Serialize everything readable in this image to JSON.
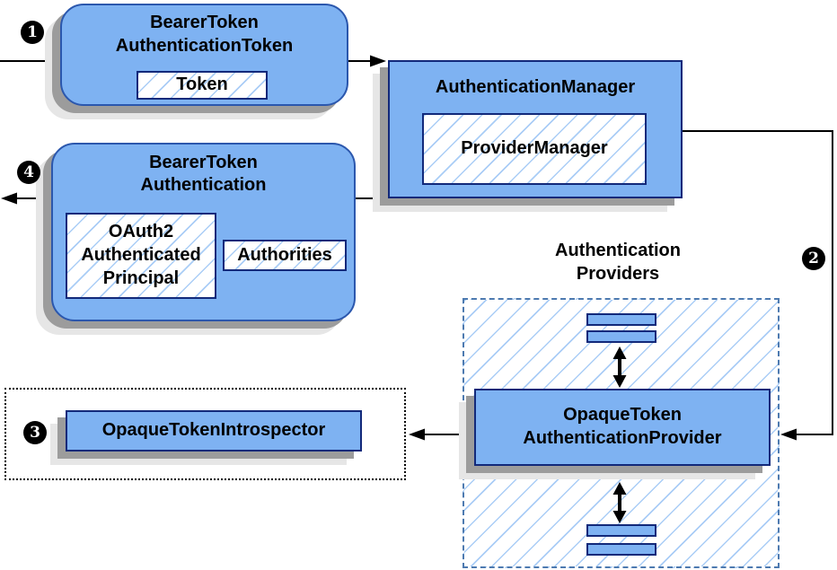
{
  "colors": {
    "node_fill": "#7eb2f2",
    "node_border": "#12297a",
    "rounded_node_border": "#2b57ad",
    "hatch_line": "#aacdf6",
    "dashed_container_border": "#4d7ab0",
    "shadow_dark": "#9c9c9c",
    "shadow_light": "#e6e6e6",
    "connector": "#000000"
  },
  "steps": [
    "1",
    "2",
    "3",
    "4"
  ],
  "nodes": {
    "bearer_token_authentication_token": {
      "title": [
        "BearerToken",
        "AuthenticationToken"
      ],
      "token_label": "Token"
    },
    "authentication_manager": {
      "title": "AuthenticationManager",
      "provider_manager_label": "ProviderManager"
    },
    "bearer_token_authentication": {
      "title": [
        "BearerToken",
        "Authentication"
      ],
      "principal": [
        "OAuth2",
        "Authenticated",
        "Principal"
      ],
      "authorities_label": "Authorities"
    },
    "authentication_providers": {
      "label": [
        "Authentication",
        "Providers"
      ]
    },
    "opaque_token_authentication_provider": {
      "title": [
        "OpaqueToken",
        "AuthenticationProvider"
      ]
    },
    "opaque_token_introspector": {
      "label": "OpaqueTokenIntrospector"
    }
  }
}
